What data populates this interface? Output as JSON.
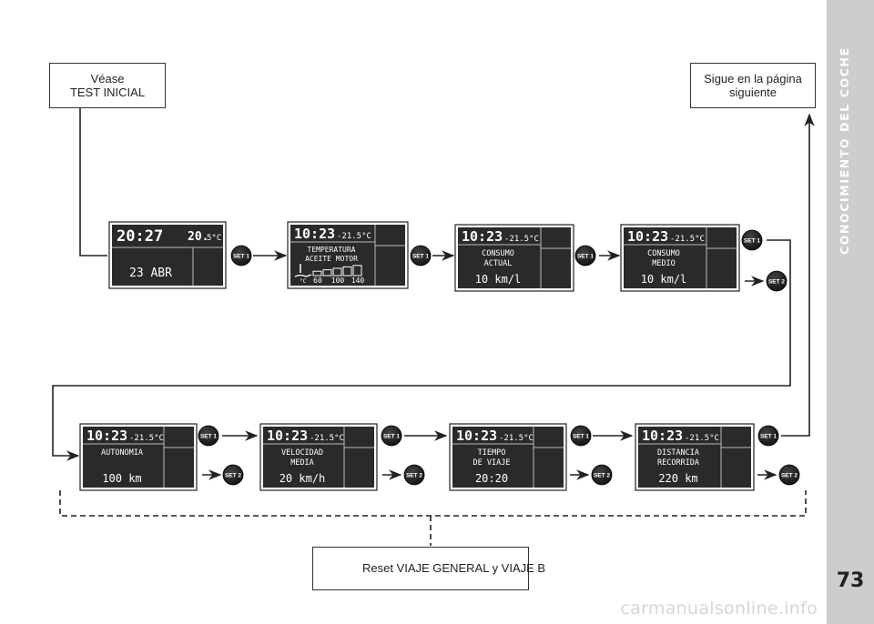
{
  "side_title": "CONOCIMIENTO DEL COCHE",
  "page_number": "73",
  "watermark": "carmanualsonline.info",
  "note_start": {
    "line1": "Véase",
    "line2": "TEST INICIAL"
  },
  "note_next": {
    "line1": "Sigue en la página",
    "line2": "siguiente"
  },
  "reset_note": {
    "button": "SET 2",
    "text": "Reset VIAJE GENERAL y VIAJE B"
  },
  "buttons": {
    "set1": "SET 1",
    "set2": "SET 2"
  },
  "screens": {
    "clock": {
      "time": "20:27",
      "temp_main": "20.",
      "temp_unit": "5°C",
      "date": "23 ABR"
    },
    "oil_temp": {
      "time": "10:23",
      "temp": "-21.5°C",
      "line1": "TEMPERATURA",
      "line2": "ACEITE MOTOR",
      "scale_unit": "°C",
      "scale": [
        "60",
        "100",
        "140"
      ]
    },
    "consumo_actual": {
      "time": "10:23",
      "temp": "-21.5°C",
      "line1": "CONSUMO",
      "line2": "ACTUAL",
      "value": "10 km/l"
    },
    "consumo_medio": {
      "time": "10:23",
      "temp": "-21.5°C",
      "line1": "CONSUMO",
      "line2": "MEDIO",
      "value": "10 km/l"
    },
    "autonomia": {
      "time": "10:23",
      "temp": "-21.5°C",
      "line1": "AUTONOMIA",
      "value": "100 km"
    },
    "velocidad": {
      "time": "10:23",
      "temp": "-21.5°C",
      "line1": "VELOCIDAD",
      "line2": "MEDIA",
      "value": "20 km/h"
    },
    "tiempo": {
      "time": "10:23",
      "temp": "-21.5°C",
      "line1": "TIEMPO",
      "line2": "DE VIAJE",
      "value": "20:20"
    },
    "distancia": {
      "time": "10:23",
      "temp": "-21.5°C",
      "line1": "DISTANCIA",
      "line2": "RECORRIDA",
      "value": "220 km"
    }
  }
}
